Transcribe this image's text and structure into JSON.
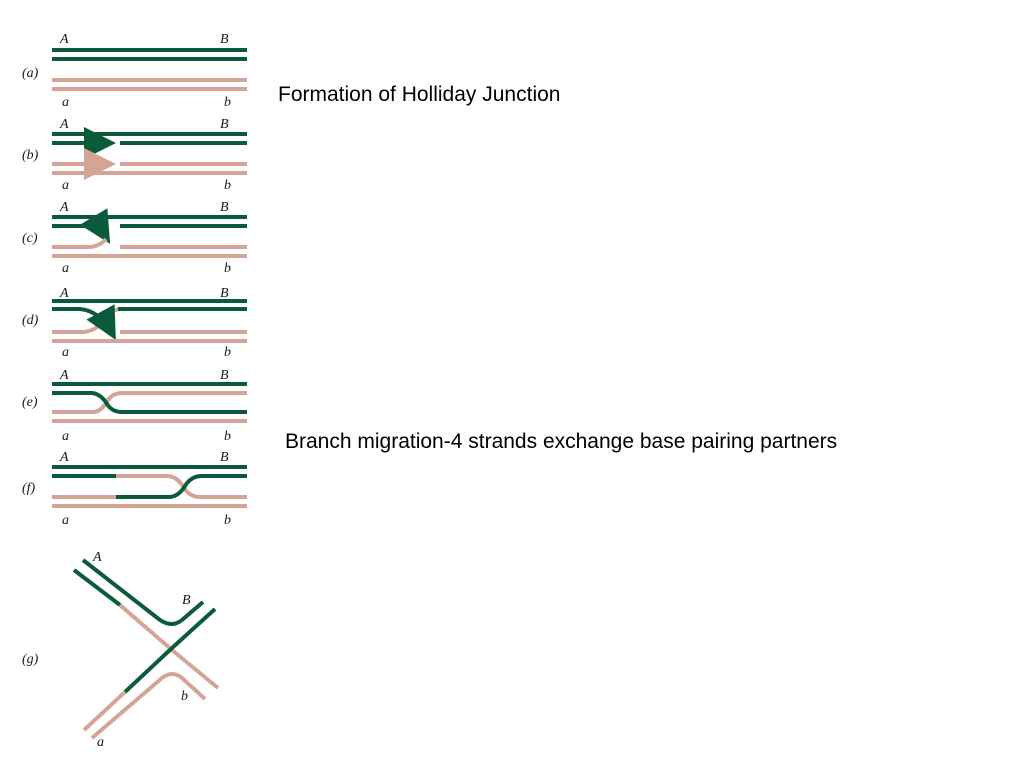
{
  "colors": {
    "green_strand": "#0b5a3c",
    "pink_strand": "#d4a596"
  },
  "captions": {
    "formation": "Formation of Holliday Junction",
    "migration": "Branch migration-4 strands exchange base pairing partners"
  },
  "panels": {
    "a": {
      "label": "(a)",
      "top_left": "A",
      "top_right": "B",
      "bottom_left": "a",
      "bottom_right": "b"
    },
    "b": {
      "label": "(b)",
      "top_left": "A",
      "top_right": "B",
      "bottom_left": "a",
      "bottom_right": "b"
    },
    "c": {
      "label": "(c)",
      "top_left": "A",
      "top_right": "B",
      "bottom_left": "a",
      "bottom_right": "b"
    },
    "d": {
      "label": "(d)",
      "top_left": "A",
      "top_right": "B",
      "bottom_left": "a",
      "bottom_right": "b"
    },
    "e": {
      "label": "(e)",
      "top_left": "A",
      "top_right": "B",
      "bottom_left": "a",
      "bottom_right": "b"
    },
    "f": {
      "label": "(f)",
      "top_left": "A",
      "top_right": "B",
      "bottom_left": "a",
      "bottom_right": "b"
    },
    "g": {
      "label": "(g)",
      "top_left": "A",
      "top_right": "B",
      "bottom_left": "a",
      "bottom_right": "b"
    }
  }
}
